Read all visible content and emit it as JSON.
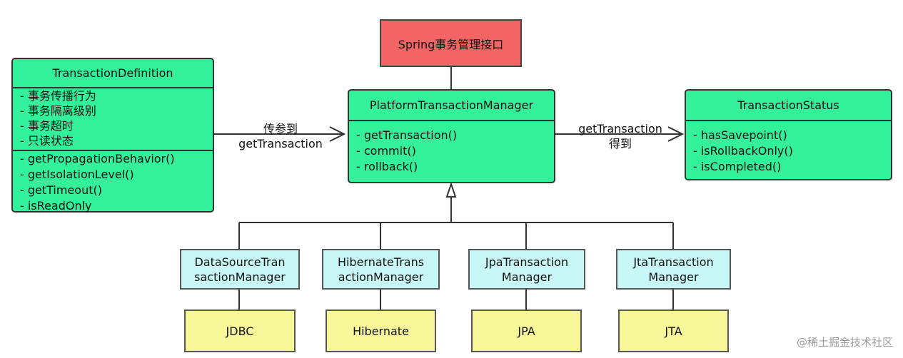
{
  "spring_interface": {
    "label": "Spring事务管理接口"
  },
  "transaction_definition": {
    "title": "TransactionDefinition",
    "attributes": [
      "- 事务传播行为",
      "- 事务隔离级别",
      "- 事务超时",
      "- 只读状态"
    ],
    "methods": [
      "- getPropagationBehavior()",
      "- getIsolationLevel()",
      "- getTimeout()",
      "- isReadOnly"
    ]
  },
  "platform_manager": {
    "title": "PlatformTransactionManager",
    "methods": [
      "- getTransaction()",
      "- commit()",
      "- rollback()"
    ]
  },
  "transaction_status": {
    "title": "TransactionStatus",
    "methods": [
      "- hasSavepoint()",
      "- isRollbackOnly()",
      "- isCompleted()"
    ]
  },
  "edge_left": {
    "line1": "传参到",
    "line2": "getTransaction"
  },
  "edge_right": {
    "line1": "getTransaction",
    "line2": "得到"
  },
  "implementations": [
    {
      "line1": "DataSourceTran",
      "line2": "sactionManager",
      "tech": "JDBC"
    },
    {
      "line1": "HibernateTrans",
      "line2": "actionManager",
      "tech": "Hibernate"
    },
    {
      "line1": "JpaTransaction",
      "line2": "Manager",
      "tech": "JPA"
    },
    {
      "line1": "JtaTransaction",
      "line2": "Manager",
      "tech": "JTA"
    }
  ],
  "watermark": "@稀土掘金技术社区",
  "colors": {
    "green": "#33f09a",
    "red": "#f36464",
    "cyan": "#c8f7f7",
    "yellow": "#f7f79a"
  }
}
